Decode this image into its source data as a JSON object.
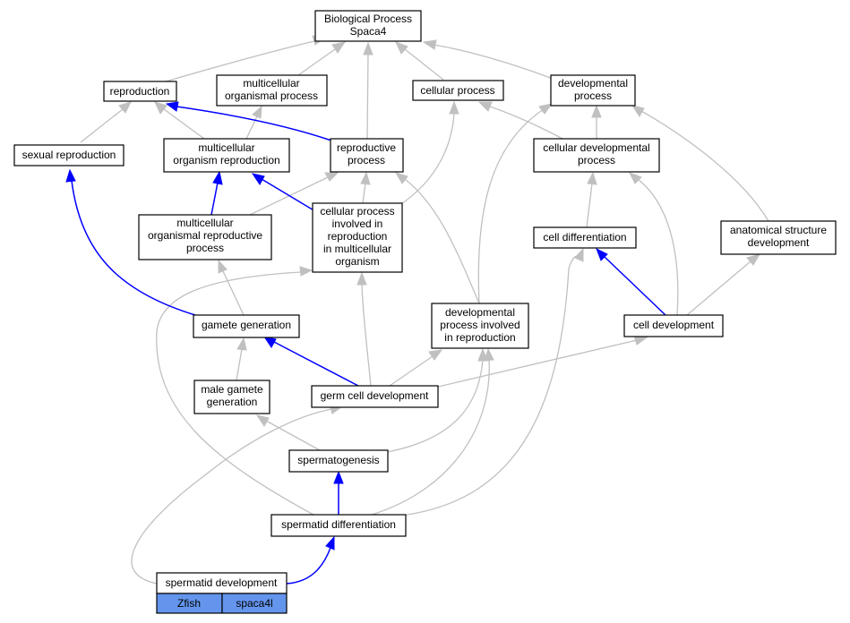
{
  "nodes": {
    "bp": [
      "Biological Process",
      "Spaca4"
    ],
    "reproduction": [
      "reproduction"
    ],
    "mop": [
      "multicellular",
      "organismal process"
    ],
    "cellular_process": [
      "cellular process"
    ],
    "dev_process": [
      "developmental",
      "process"
    ],
    "sexual_reproduction": [
      "sexual reproduction"
    ],
    "mor": [
      "multicellular",
      "organism reproduction"
    ],
    "reproductive_process": [
      "reproductive",
      "process"
    ],
    "cdp": [
      "cellular developmental",
      "process"
    ],
    "morp": [
      "multicellular",
      "organismal reproductive",
      "process"
    ],
    "cpir": [
      "cellular process",
      "involved in",
      "reproduction",
      "in multicellular",
      "organism"
    ],
    "cell_differentiation": [
      "cell differentiation"
    ],
    "asd": [
      "anatomical structure",
      "development"
    ],
    "gamete_generation": [
      "gamete generation"
    ],
    "dpir": [
      "developmental",
      "process involved",
      "in reproduction"
    ],
    "cell_development": [
      "cell development"
    ],
    "male_gamete": [
      "male gamete",
      "generation"
    ],
    "germ_cell_dev": [
      "germ cell development"
    ],
    "spermatogenesis": [
      "spermatogenesis"
    ],
    "spermatid_diff": [
      "spermatid differentiation"
    ],
    "spermatid_dev": [
      "spermatid development"
    ]
  },
  "gene_table": {
    "species": "Zfish",
    "gene": "spaca4l",
    "color": "#6495ED"
  },
  "edge_colors": {
    "is_a": "#c0c0c0",
    "part_of": "#0000ff"
  }
}
